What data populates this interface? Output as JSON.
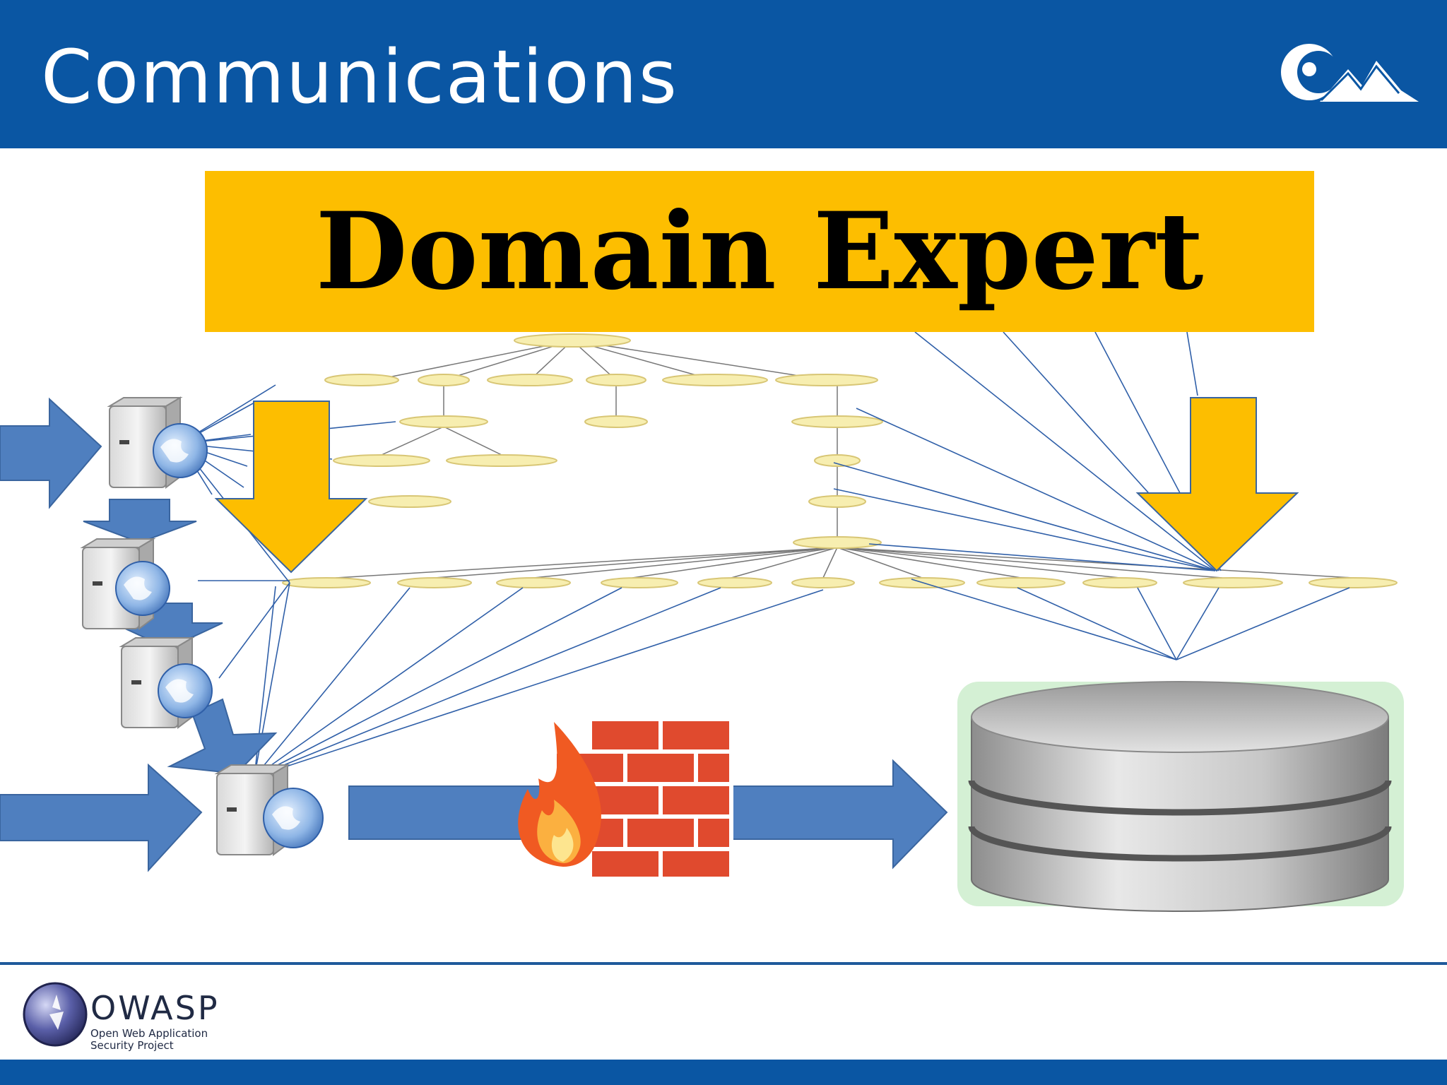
{
  "header": {
    "title": "Communications"
  },
  "banner": {
    "text": "Domain Expert"
  },
  "footer": {
    "wordmark": "OWASP",
    "tagline_line1": "Open Web Application",
    "tagline_line2": "Security Project"
  },
  "colors": {
    "header": "#0a56a3",
    "banner": "#fdbe00",
    "arrow_blue": "#4f7fbf",
    "arrow_yellow": "#fdbe00",
    "connector_line": "#2f5fa8",
    "tree_node": "#f7eeb0"
  },
  "icons": [
    "mountain-logo-icon",
    "server-globe-icon",
    "firewall-icon",
    "database-icon",
    "owasp-logo-icon"
  ]
}
